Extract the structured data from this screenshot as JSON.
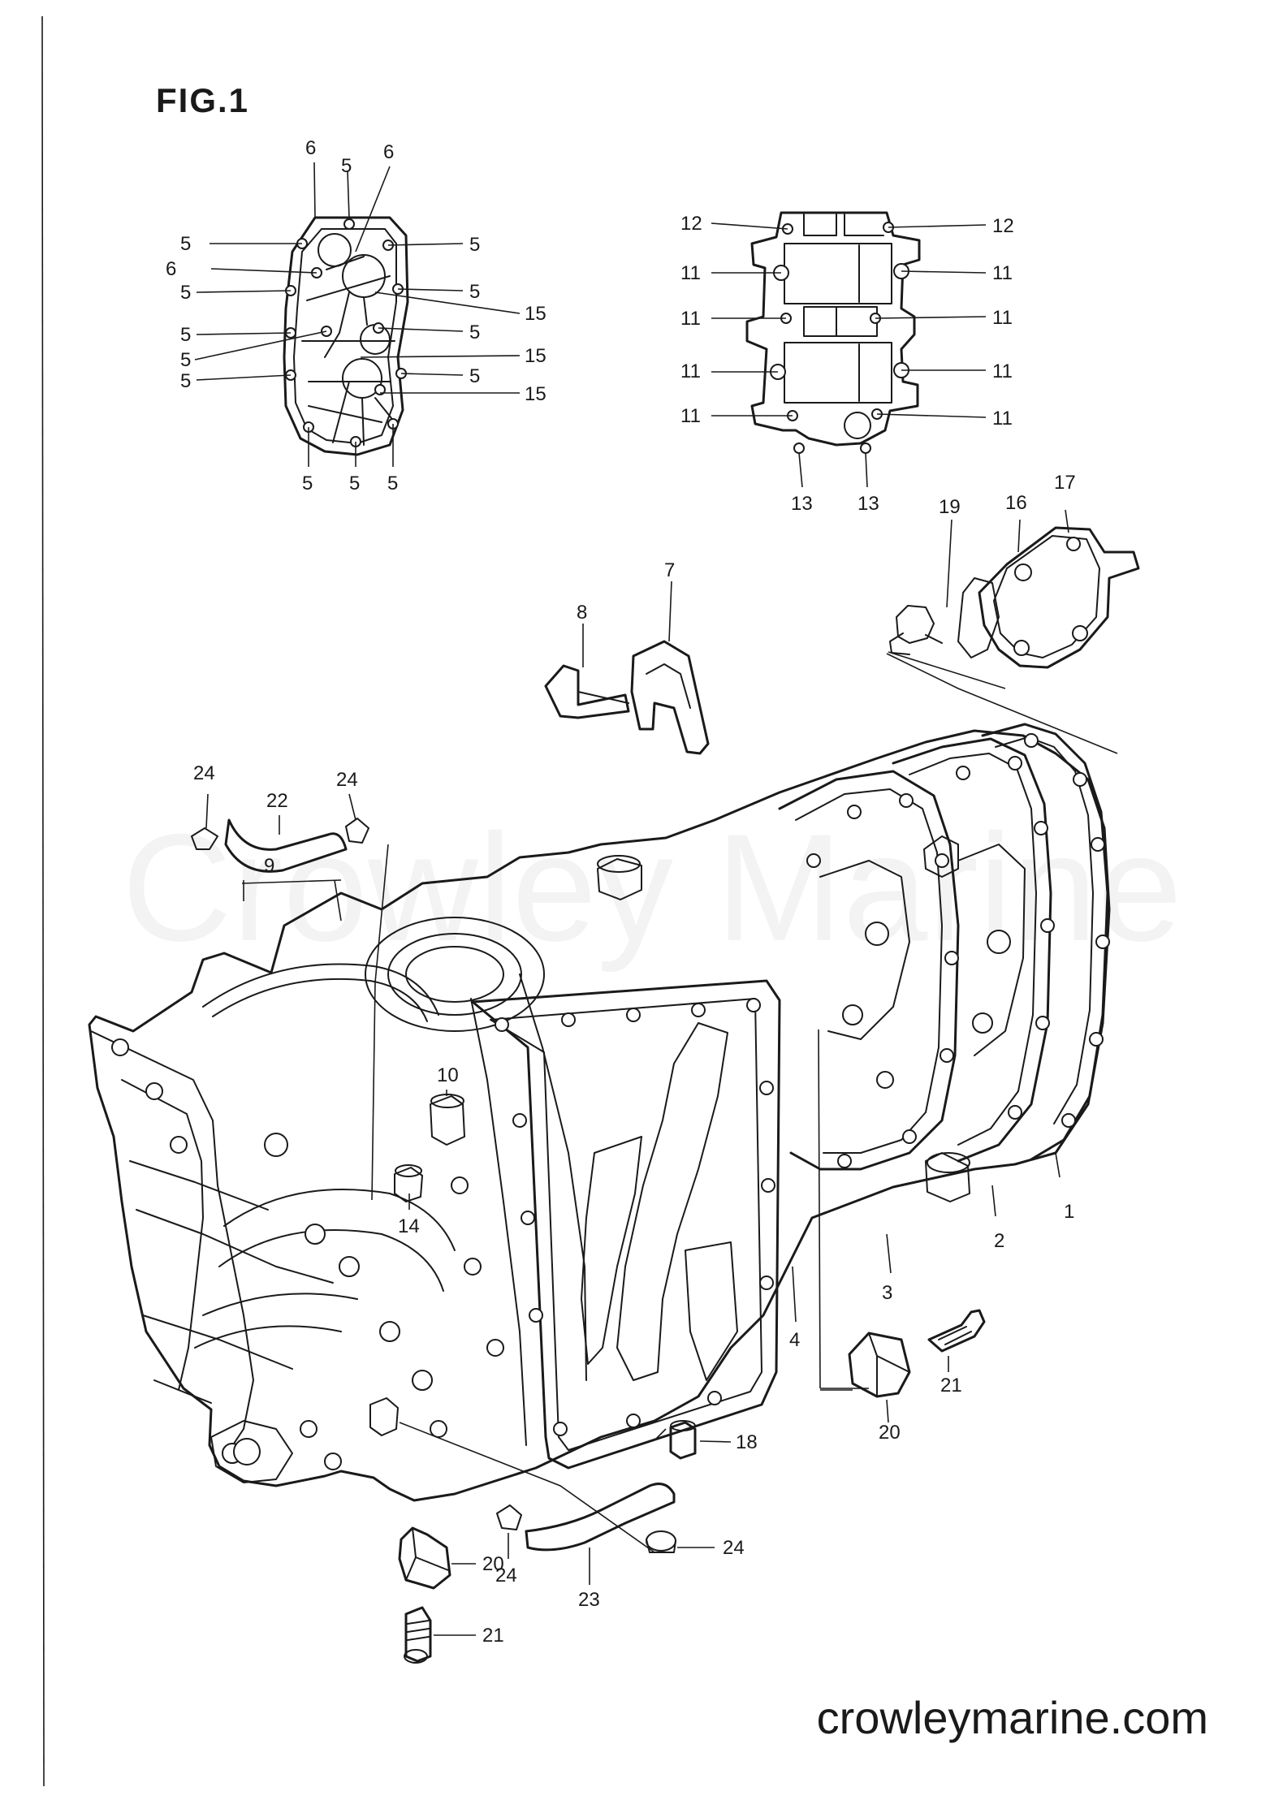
{
  "figure": {
    "title": "FIG.1"
  },
  "watermark": "Crowley Marine",
  "website": "crowleymarine.com",
  "callouts": {
    "gasket_a": {
      "top": [
        "6",
        "5",
        "6"
      ],
      "left": [
        "5",
        "6",
        "5",
        "5",
        "5",
        "5"
      ],
      "right": [
        "5",
        "5",
        "15",
        "5",
        "15",
        "5",
        "15"
      ],
      "bottom": [
        "5",
        "5",
        "5"
      ]
    },
    "gasket_b": {
      "left": [
        "12",
        "11",
        "11",
        "11",
        "11"
      ],
      "right": [
        "12",
        "11",
        "11",
        "11",
        "11"
      ],
      "bottom": [
        "13",
        "13"
      ]
    },
    "main": {
      "p1": "1",
      "p2": "2",
      "p3": "3",
      "p4": "4",
      "p7": "7",
      "p8": "8",
      "p9": "9",
      "p10": "10",
      "p14": "14",
      "p16": "16",
      "p17": "17",
      "p18": "18",
      "p19": "19",
      "p20a": "20",
      "p20b": "20",
      "p21a": "21",
      "p21b": "21",
      "p22": "22",
      "p23": "23",
      "p24a": "24",
      "p24b": "24",
      "p24c": "24",
      "p24d": "24"
    }
  }
}
